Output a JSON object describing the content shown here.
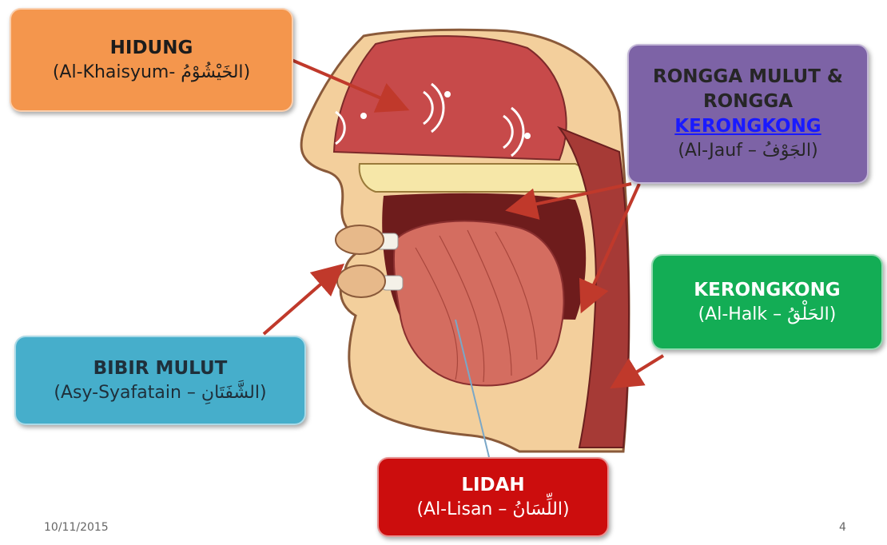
{
  "labels": {
    "hidung": {
      "title": "HIDUNG",
      "sub": "(Al-Khaisyum- الخَيْشُوْمُ)"
    },
    "rongga": {
      "line1": "RONGGA MULUT &",
      "line2": "RONGGA",
      "link": "KERONGKONG",
      "sub": "(Al-Jauf – الجَوْفُ)"
    },
    "kerongkong": {
      "title": "KERONGKONG",
      "sub": "(Al-Halk – الحَلْقُ)"
    },
    "bibir": {
      "title": "BIBIR MULUT",
      "sub": "(Asy-Syafatain – الشَّفَتَانِ)"
    },
    "lidah": {
      "title": "LIDAH",
      "sub": "(Al-Lisan – اللِّسَانُ)"
    }
  },
  "footer": {
    "date": "10/11/2015",
    "page": "4"
  },
  "colors": {
    "hidung": "#f4964d",
    "rongga": "#7d63a6",
    "kerongkong": "#13ad55",
    "bibir": "#46aecb",
    "lidah": "#cc0d0d",
    "arrow": "#c0392b"
  }
}
